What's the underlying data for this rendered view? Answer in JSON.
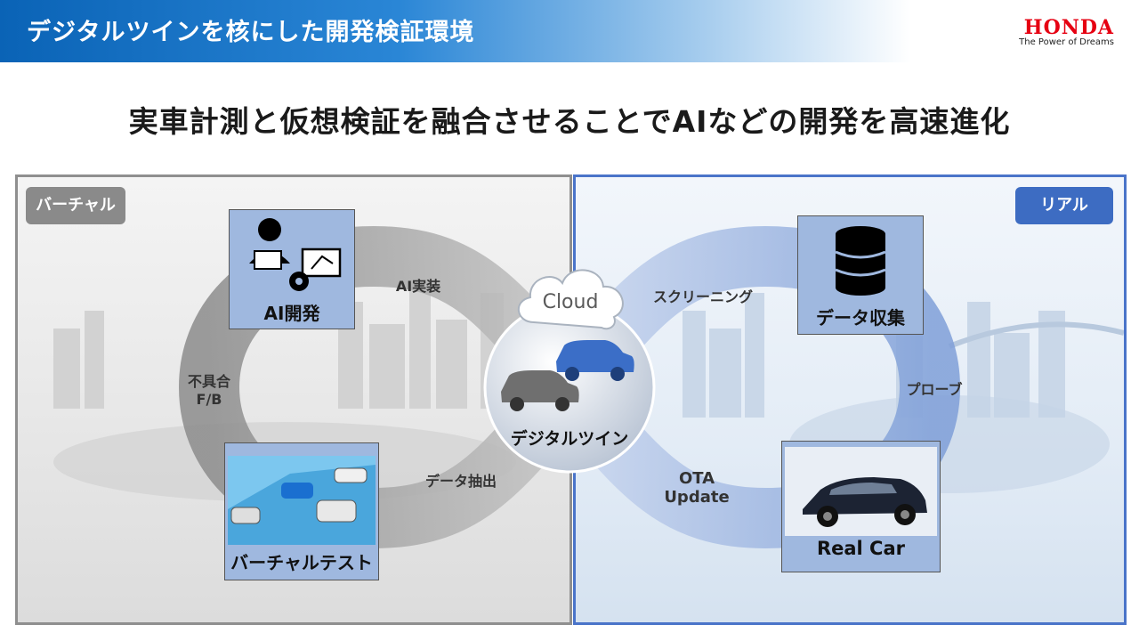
{
  "header": {
    "title": "デジタルツインを核にした開発検証環境"
  },
  "logo": {
    "name": "HONDA",
    "tagline": "The Power of Dreams"
  },
  "headline": "実車計測と仮想検証を融合させることでAIなどの開発を高速進化",
  "virtual": {
    "tag": "バーチャル",
    "ai_dev": "AI開発",
    "virtual_test": "バーチャルテスト",
    "flows": {
      "ai_impl": "AI実装",
      "feedback_line1": "不具合",
      "feedback_line2": "F/B",
      "data_extract": "データ抽出"
    }
  },
  "real": {
    "tag": "リアル",
    "data_collect": "データ収集",
    "real_car": "Real Car",
    "flows": {
      "screening": "スクリーニング",
      "probe": "プローブ",
      "ota_line1": "OTA",
      "ota_line2": "Update"
    }
  },
  "center": {
    "cloud": "Cloud",
    "digital_twin": "デジタルツイン"
  },
  "colors": {
    "header_blue": "#0a63b6",
    "honda_red": "#e60012",
    "real_blue": "#3d6cc2",
    "virtual_gray": "#8a8a8a"
  }
}
